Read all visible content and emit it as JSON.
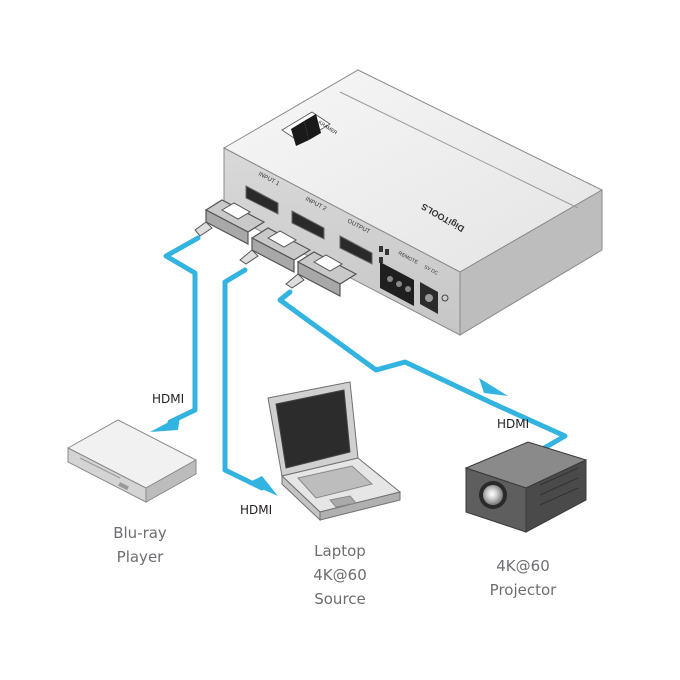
{
  "device": {
    "ports": {
      "input1": "INPUT 1",
      "input2": "INPUT 2",
      "output": "OUTPUT",
      "remote": "REMOTE",
      "power": "5V DC"
    },
    "logo_text": "KRAMER",
    "brand": "DigiTOOLS",
    "colors": {
      "body": "#dcdcdc",
      "top": "#f2f2f2",
      "front": "#cfcfcf",
      "stroke": "#8a8a8a"
    }
  },
  "cables": {
    "color": "#33b3e0",
    "labels": {
      "bluray": "HDMI",
      "laptop": "HDMI",
      "projector": "HDMI"
    }
  },
  "devices": {
    "bluray": {
      "line1": "Blu-ray",
      "line2": "Player"
    },
    "laptop": {
      "line1": "Laptop",
      "line2": "4K@60",
      "line3": "Source"
    },
    "projector": {
      "line1": "4K@60",
      "line2": "Projector"
    }
  },
  "icons": [
    "kramer-logo-icon",
    "hdmi-connector-icon",
    "arrow-icon",
    "bluray-player-icon",
    "laptop-icon",
    "projector-icon"
  ]
}
